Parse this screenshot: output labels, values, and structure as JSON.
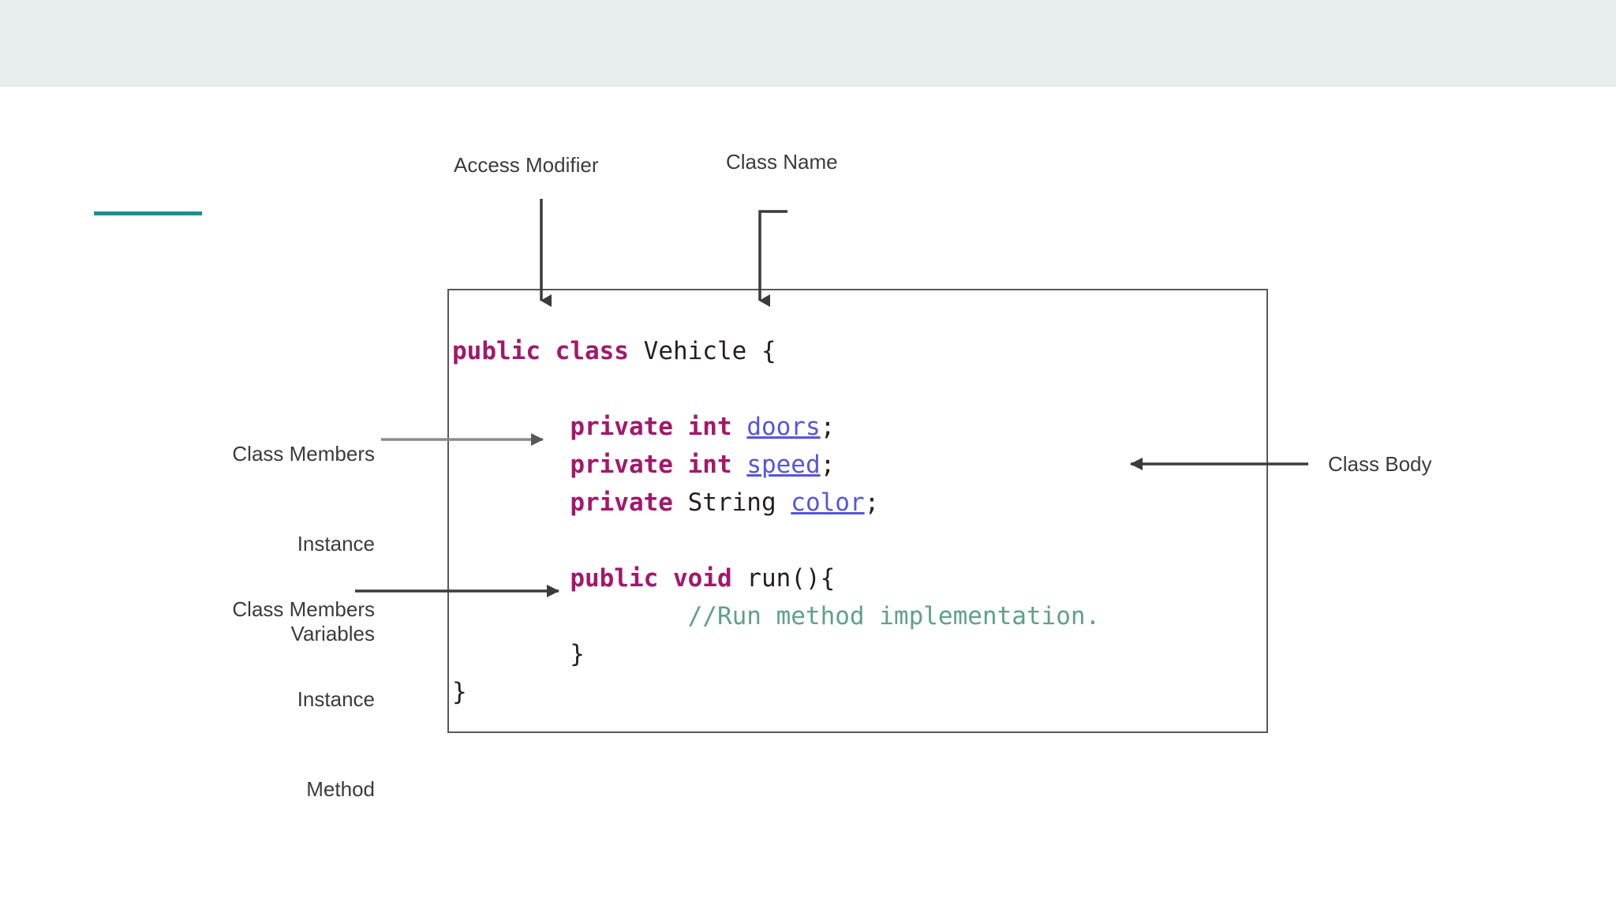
{
  "slide": {
    "background_color": "#ffffff",
    "band_color": "#e8edee",
    "accent_color": "#1c9089"
  },
  "code_block": {
    "frame_border_color": "#58585a",
    "keyword_color": "#a3176b",
    "variable_color": "#5555dd",
    "comment_color": "#5fa08a",
    "plain_color": "#231f20",
    "lines": [
      {
        "tokens": [
          {
            "t": "public",
            "c": "kw"
          },
          {
            "t": " ",
            "c": "pun"
          },
          {
            "t": "class",
            "c": "kw"
          },
          {
            "t": " ",
            "c": "pun"
          },
          {
            "t": "Vehicle",
            "c": "typ"
          },
          {
            "t": " {",
            "c": "pun"
          }
        ]
      },
      {
        "tokens": []
      },
      {
        "tokens": [
          {
            "t": "        ",
            "c": "pun"
          },
          {
            "t": "private",
            "c": "kw"
          },
          {
            "t": " ",
            "c": "pun"
          },
          {
            "t": "int",
            "c": "kw"
          },
          {
            "t": " ",
            "c": "pun"
          },
          {
            "t": "doors",
            "c": "var"
          },
          {
            "t": ";",
            "c": "pun"
          }
        ]
      },
      {
        "tokens": [
          {
            "t": "        ",
            "c": "pun"
          },
          {
            "t": "private",
            "c": "kw"
          },
          {
            "t": " ",
            "c": "pun"
          },
          {
            "t": "int",
            "c": "kw"
          },
          {
            "t": " ",
            "c": "pun"
          },
          {
            "t": "speed",
            "c": "var"
          },
          {
            "t": ";",
            "c": "pun"
          }
        ]
      },
      {
        "tokens": [
          {
            "t": "        ",
            "c": "pun"
          },
          {
            "t": "private",
            "c": "kw"
          },
          {
            "t": " ",
            "c": "pun"
          },
          {
            "t": "String",
            "c": "typ"
          },
          {
            "t": " ",
            "c": "pun"
          },
          {
            "t": "color",
            "c": "var"
          },
          {
            "t": ";",
            "c": "pun"
          }
        ]
      },
      {
        "tokens": []
      },
      {
        "tokens": [
          {
            "t": "        ",
            "c": "pun"
          },
          {
            "t": "public",
            "c": "kw"
          },
          {
            "t": " ",
            "c": "pun"
          },
          {
            "t": "void",
            "c": "kw"
          },
          {
            "t": " ",
            "c": "pun"
          },
          {
            "t": "run(){",
            "c": "pun"
          }
        ]
      },
      {
        "tokens": [
          {
            "t": "                ",
            "c": "pun"
          },
          {
            "t": "//Run method implementation.",
            "c": "cmt"
          }
        ]
      },
      {
        "tokens": [
          {
            "t": "        }",
            "c": "pun"
          }
        ]
      },
      {
        "tokens": [
          {
            "t": "}",
            "c": "pun"
          }
        ]
      }
    ],
    "plain_text": "public class Vehicle {\n\n        private int doors;\n        private int speed;\n        private String color;\n\n        public void run(){\n                //Run method implementation.\n        }\n}"
  },
  "annotations": [
    {
      "id": "access-modifier",
      "label": "Access Modifier",
      "align": "left",
      "points_to": "public keyword",
      "arrow": "down",
      "arrow_color": "#3b3b3b"
    },
    {
      "id": "class-name",
      "label": "Class Name",
      "align": "left",
      "points_to": "Vehicle identifier",
      "arrow": "down-elbow",
      "arrow_color": "#3b3b3b"
    },
    {
      "id": "class-members-instance-variables",
      "label": "Class Members\nInstance\nVariables",
      "lines": [
        "Class Members",
        "Instance",
        "Variables"
      ],
      "align": "right",
      "points_to": "field declarations",
      "arrow": "right",
      "arrow_color": "#8a8a8a"
    },
    {
      "id": "class-members-instance-method",
      "label": "Class Members\nInstance\nMethod",
      "lines": [
        "Class Members",
        "Instance",
        "Method"
      ],
      "align": "right",
      "points_to": "run method",
      "arrow": "right",
      "arrow_color": "#3b3b3b"
    },
    {
      "id": "class-body",
      "label": "Class Body",
      "align": "left",
      "points_to": "class frame",
      "arrow": "left",
      "arrow_color": "#3b3b3b"
    }
  ]
}
